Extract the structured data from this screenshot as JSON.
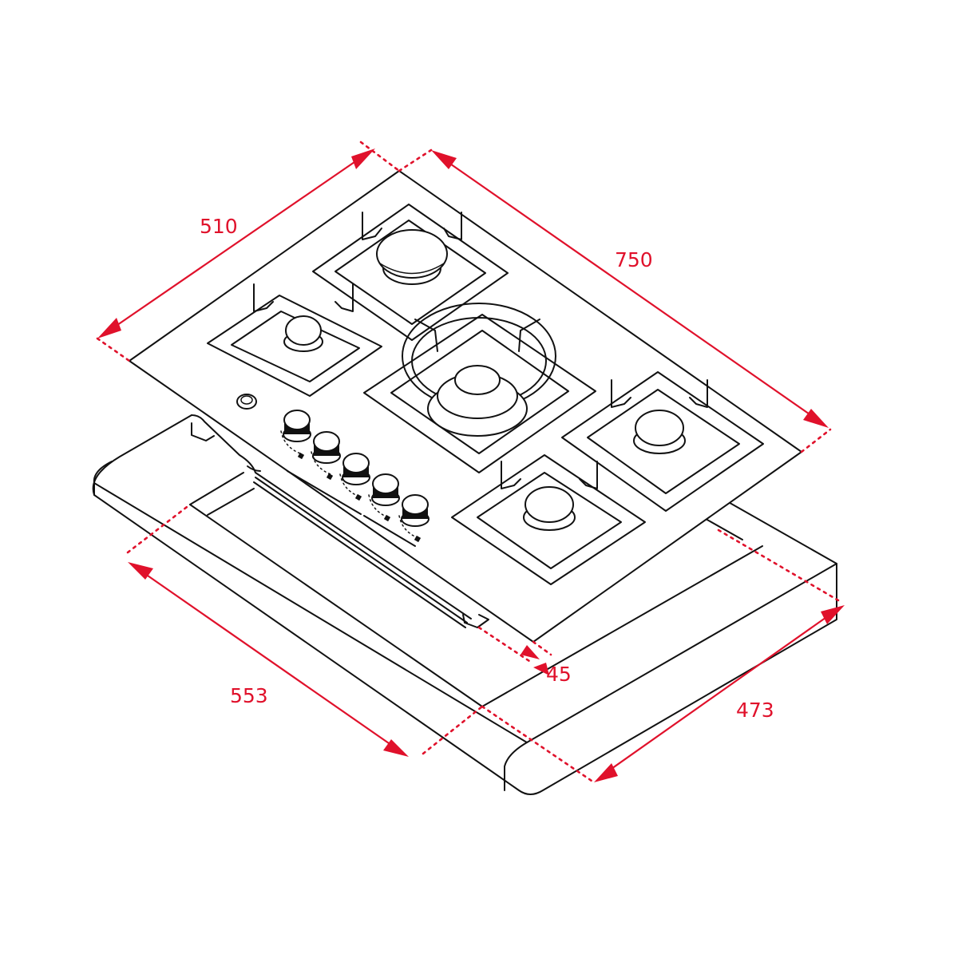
{
  "diagram": {
    "title": "Gas hob installation dimensions",
    "subject": "5-burner built-in gas hob with wok burner, isometric view over worktop cut-out",
    "colors": {
      "line": "#111111",
      "dimension": "#e0112b",
      "background": "#ffffff"
    },
    "units": "mm",
    "dimensions": {
      "hob_depth": "510",
      "hob_width": "750",
      "embedding_height": "45",
      "cutout_width": "553",
      "cutout_depth": "473"
    },
    "components": {
      "burners": [
        {
          "position": "rear-left",
          "type": "auxiliary"
        },
        {
          "position": "rear-center",
          "type": "rapid"
        },
        {
          "position": "center",
          "type": "wok triple-crown"
        },
        {
          "position": "front-right",
          "type": "semi-rapid"
        },
        {
          "position": "right",
          "type": "semi-rapid"
        }
      ],
      "control_knobs_count": 5,
      "ignition_button": "ignition-button",
      "worktop": "countertop with cut-out"
    }
  }
}
